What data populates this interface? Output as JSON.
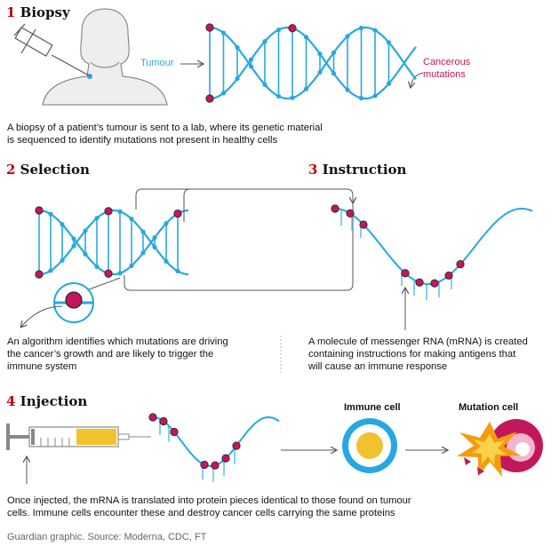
{
  "colors": {
    "blue": "#28a8e0",
    "dot": "#c2185b",
    "red": "#c70000",
    "grey": "#999999",
    "yellow": "#f2c12e",
    "orange": "#f39c12"
  },
  "sections": {
    "biopsy": {
      "num": "1",
      "title": "Biopsy",
      "tumour_label": "Tumour",
      "mutations_label": "Cancerous mutations",
      "caption_line1": "A biopsy of a patient’s tumour is sent to a lab, where its genetic material",
      "caption_line2": "is sequenced to identify mutations not present in healthy cells"
    },
    "selection": {
      "num": "2",
      "title": "Selection",
      "caption_line1": "An algorithm identifies which mutations are driving",
      "caption_line2": "the cancer’s growth and are likely to trigger the",
      "caption_line3": "immune system"
    },
    "instruction": {
      "num": "3",
      "title": "Instruction",
      "caption_line1": "A molecule of messenger RNA (mRNA) is created",
      "caption_line2": "containing instructions for making antigens that",
      "caption_line3": "will cause an immune response"
    },
    "injection": {
      "num": "4",
      "title": "Injection",
      "immune_label": "Immune cell",
      "mutation_label": "Mutation cell",
      "caption_line1": "Once injected, the mRNA is translated into protein pieces identical to those found on tumour",
      "caption_line2": "cells. Immune cells encounter these and destroy cancer cells carrying the same proteins"
    }
  },
  "source": "Guardian graphic. Source: Moderna, CDC, FT"
}
